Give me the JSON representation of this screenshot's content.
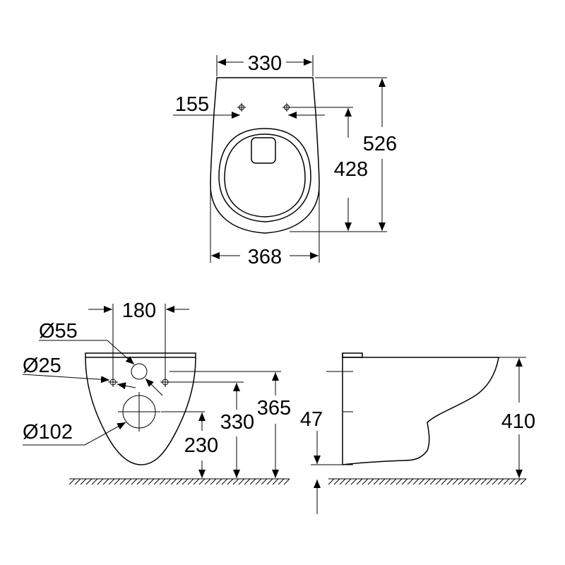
{
  "dimensions": {
    "top": {
      "width_top": "330",
      "hole_spacing": "155",
      "length": "526",
      "to_holes": "428",
      "width_bottom": "368"
    },
    "front": {
      "fixing_spacing": "180",
      "d55": "Ø55",
      "d25": "Ø25",
      "d102": "Ø102",
      "h230": "230",
      "h330": "330",
      "h365": "365"
    },
    "side": {
      "h47": "47",
      "h410": "410"
    }
  },
  "colors": {
    "ink": "#000000",
    "background": "#ffffff"
  }
}
